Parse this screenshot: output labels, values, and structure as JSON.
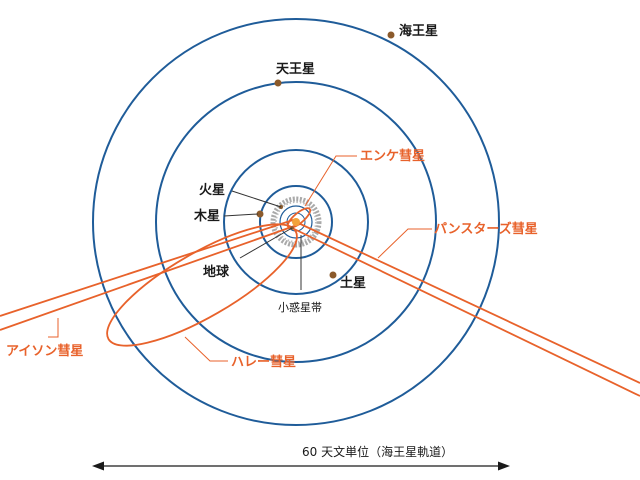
{
  "colors": {
    "orbit": "#1f5c99",
    "comet": "#e8622b",
    "planet": "#8b5a2b",
    "sun": "#f2a23a",
    "text": "#1a1a1a",
    "leader": "#333333",
    "belt": "#9a9a9a"
  },
  "planets": {
    "neptune": "海王星",
    "uranus": "天王星",
    "saturn": "土星",
    "jupiter": "木星",
    "mars": "火星",
    "earth": "地球"
  },
  "belt_label": "小惑星帯",
  "comets": {
    "encke": "エンケ彗星",
    "panstarrs": "パンスターズ彗星",
    "ison": "アイソン彗星",
    "halley": "ハレー彗星"
  },
  "scale_label": "60 天文単位（海王星軌道）"
}
